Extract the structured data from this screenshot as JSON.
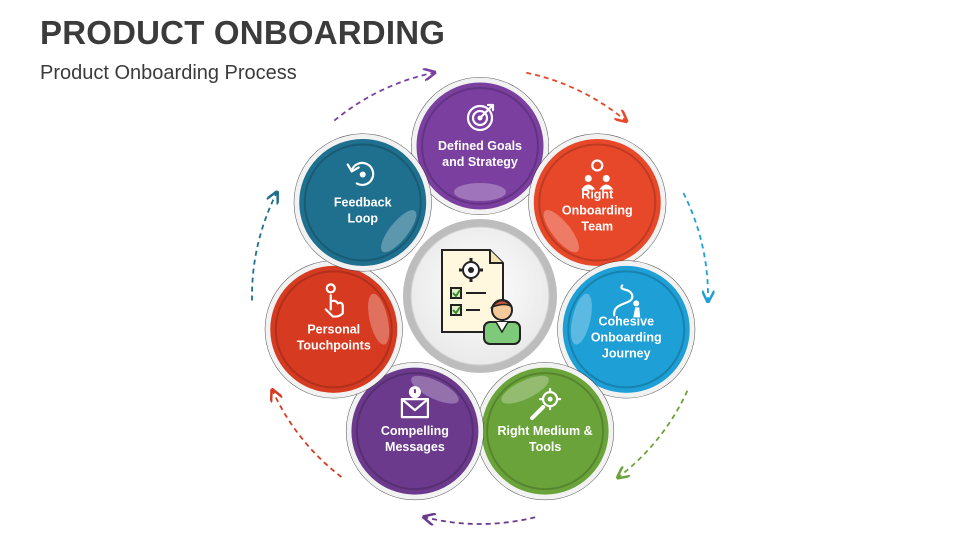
{
  "header": {
    "title": "PRODUCT ONBOARDING",
    "subtitle": "Product Onboarding Process"
  },
  "center": {
    "icon": "checklist-document-person-icon"
  },
  "steps": [
    {
      "lines": [
        "Defined Goals",
        "and Strategy"
      ],
      "color": "#7b3fa0",
      "icon": "target-icon"
    },
    {
      "lines": [
        "Right",
        "Onboarding",
        "Team"
      ],
      "color": "#e8482a",
      "icon": "team-gear-icon"
    },
    {
      "lines": [
        "Cohesive",
        "Onboarding",
        "Journey"
      ],
      "color": "#1e9fd6",
      "icon": "journey-path-icon"
    },
    {
      "lines": [
        "Right Medium &",
        "Tools"
      ],
      "color": "#6aa33a",
      "icon": "wrench-gear-icon"
    },
    {
      "lines": [
        "Compelling",
        "Messages"
      ],
      "color": "#6b3a8c",
      "icon": "envelope-alert-icon"
    },
    {
      "lines": [
        "Personal",
        "Touchpoints"
      ],
      "color": "#d63b22",
      "icon": "touch-hand-icon"
    },
    {
      "lines": [
        "Feedback",
        "Loop"
      ],
      "color": "#1f6f8f",
      "icon": "refresh-arrow-icon"
    }
  ]
}
